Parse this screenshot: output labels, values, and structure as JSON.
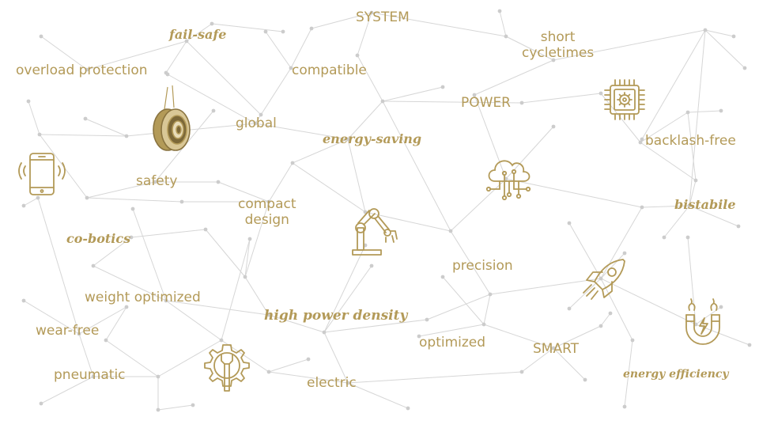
{
  "colors": {
    "text": "#b39a58",
    "line": "#d6d6d6",
    "dot": "#cccccc",
    "icon": "#b39a58"
  },
  "labels": {
    "system": "SYSTEM",
    "fail_safe": "fail-safe",
    "short_cycletimes_1": "short",
    "short_cycletimes_2": "cycletimes",
    "overload_protection": "overload protection",
    "compatible": "compatible",
    "power": "POWER",
    "global": "global",
    "energy_saving": "energy-saving",
    "backlash_free": "backlash-free",
    "safety": "safety",
    "compact_design_1": "compact",
    "compact_design_2": "design",
    "bistabile": "bistabile",
    "co_botics": "co-botics",
    "precision": "precision",
    "weight_optimized": "weight optimized",
    "high_power_density": "high power density",
    "wear_free": "wear-free",
    "optimized": "optimized",
    "smart": "SMART",
    "pneumatic": "pneumatic",
    "electric": "electric",
    "energy_efficiency": "energy efficiency"
  },
  "icons": [
    "smartphone-icon",
    "brake-coil-icon",
    "processor-chip-icon",
    "cloud-network-icon",
    "robot-arm-icon",
    "rocket-icon",
    "magnet-icon",
    "wrench-gear-icon"
  ]
}
